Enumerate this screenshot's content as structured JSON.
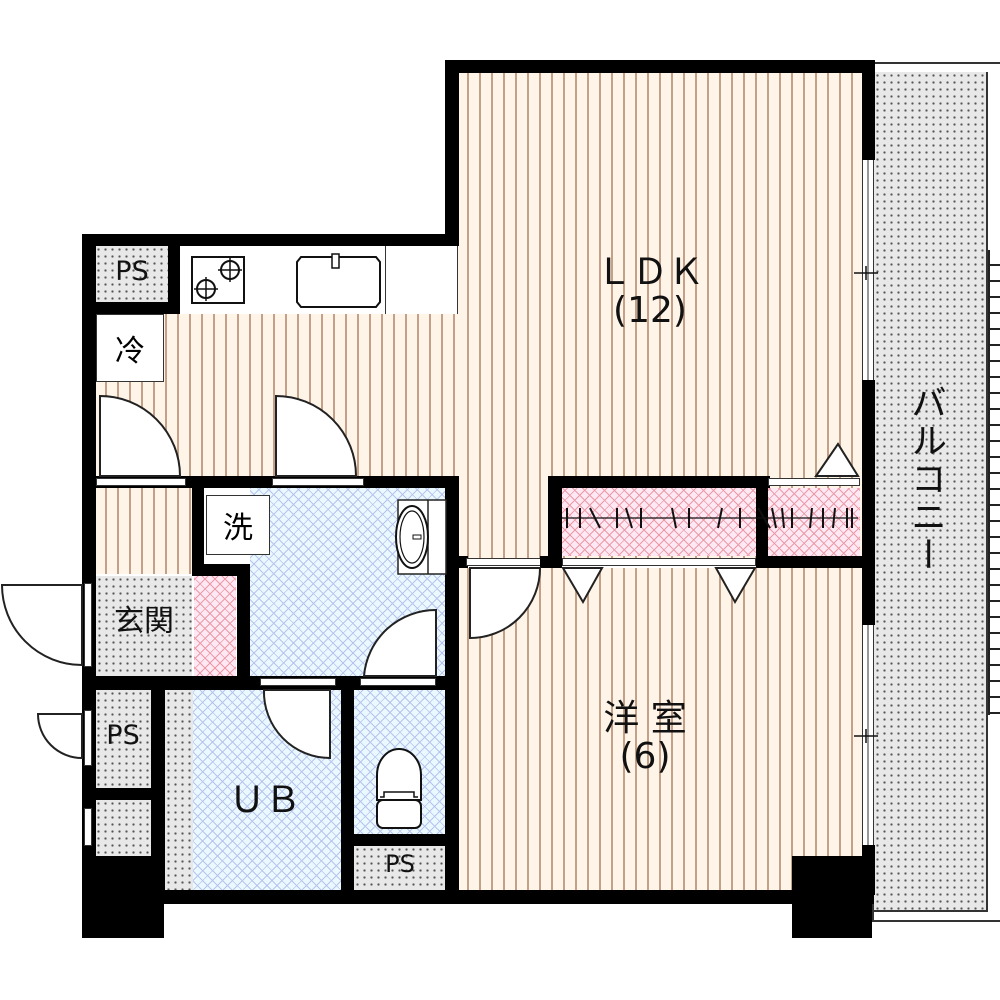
{
  "floorplan": {
    "rooms": {
      "ldk": {
        "name": "ＬＤＫ",
        "size": "(12)"
      },
      "western_room": {
        "name": "洋 室",
        "size": "(6)"
      },
      "unit_bath": {
        "name": "ＵＢ"
      },
      "balcony": {
        "name": "バルコニー"
      },
      "entrance": {
        "name": "玄関"
      },
      "washroom": {
        "name": "洗"
      },
      "refrigerator": {
        "name": "冷"
      },
      "ps_top": {
        "name": "PS"
      },
      "ps_left": {
        "name": "PS"
      },
      "ps_bottom": {
        "name": "PS"
      }
    },
    "colors": {
      "wall": "#000000",
      "wood_floor": "#fff4e8",
      "wood_stripe": "#c4a088",
      "tile_blue": "#eaf8ff",
      "tile_pink": "#fde8f4",
      "dotted_area": "#e8e8e8"
    },
    "icons": [
      "stove-icon",
      "kitchen-sink-icon",
      "wash-basin-icon",
      "toilet-icon",
      "door-swing-icon",
      "closet-rail-icon",
      "window-icon"
    ]
  }
}
